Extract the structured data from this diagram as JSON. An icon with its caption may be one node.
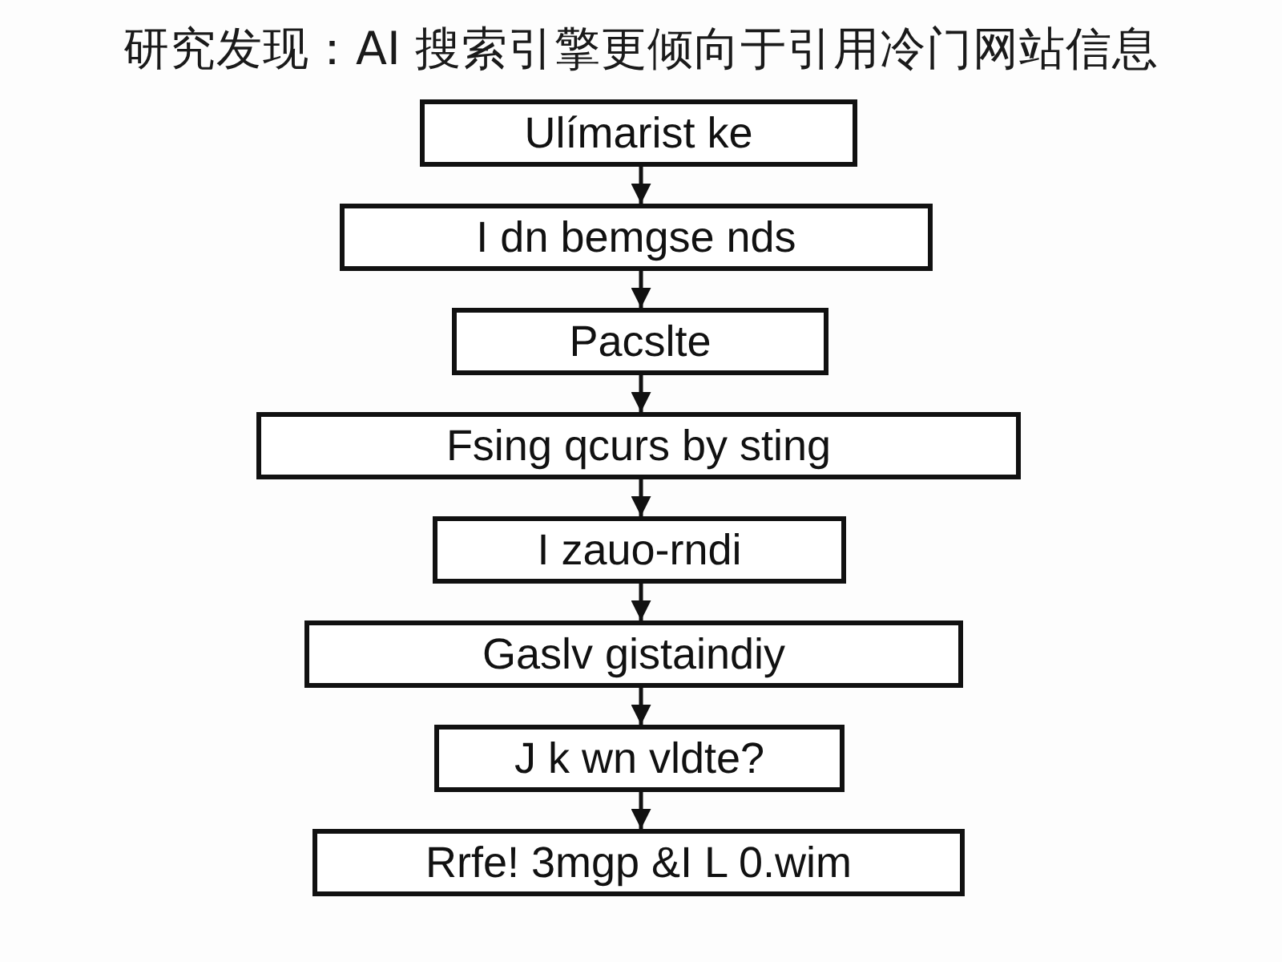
{
  "diagram": {
    "caption": "研究发现：AI 搜索引擎更倾向于引用冷门网站信息",
    "nodes": [
      {
        "text": [
          "Ulímarist ke"
        ]
      },
      {
        "text": [
          "I dn bemgse nds"
        ]
      },
      {
        "text": [
          "Pacslte"
        ]
      },
      {
        "text": [
          "Fsing qcurs by sting"
        ]
      },
      {
        "text": [
          "I zauo-rndi"
        ]
      },
      {
        "text": [
          "Gaslv gistaindiy"
        ]
      },
      {
        "text": [
          "J k wn vldte?"
        ]
      },
      {
        "text": [
          "Rrfe! 3mgp &I L 0.wim"
        ]
      }
    ],
    "edges": [
      {
        "from": 0,
        "to": 1,
        "arrow": "to"
      },
      {
        "from": 1,
        "to": 2,
        "arrow": "to"
      },
      {
        "from": 2,
        "to": 3,
        "arrow": "to"
      },
      {
        "from": 3,
        "to": 4,
        "arrow": "to"
      },
      {
        "from": 4,
        "to": 5,
        "arrow": "to"
      },
      {
        "from": 5,
        "to": 6,
        "arrow": "to"
      },
      {
        "from": 6,
        "to": 7,
        "arrow": "to"
      }
    ]
  }
}
